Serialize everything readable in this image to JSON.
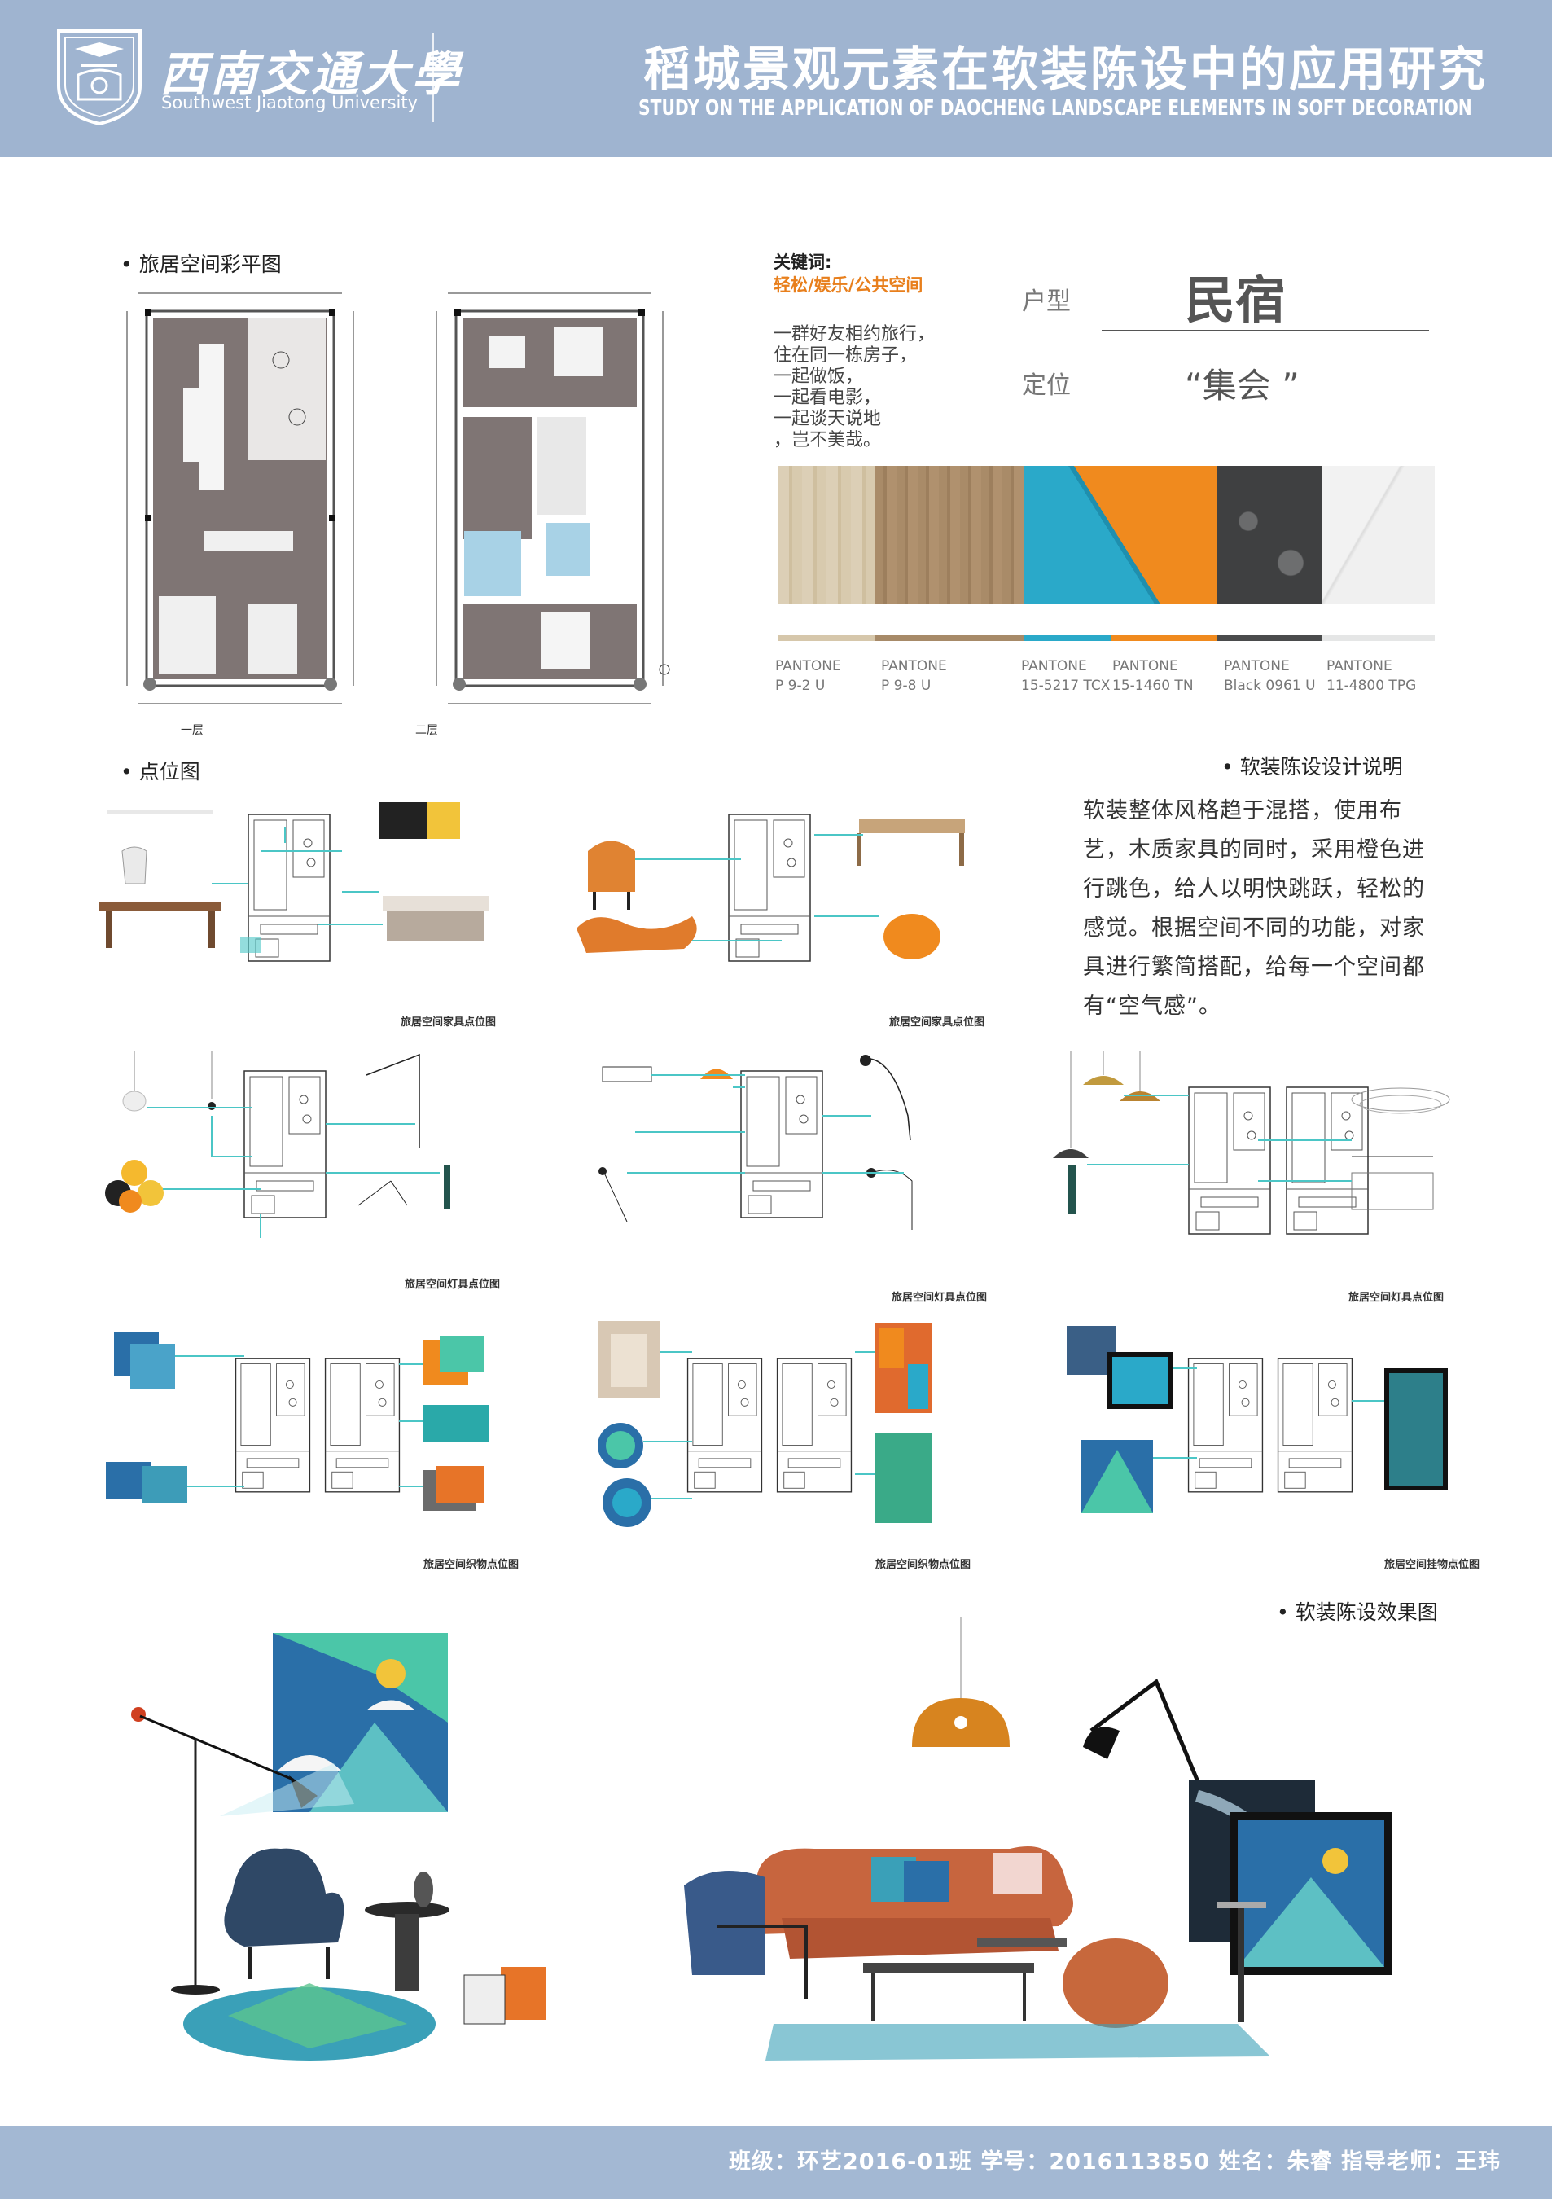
{
  "header": {
    "university_cn": "西南交通大學",
    "university_en": "Southwest Jiaotong University",
    "title_cn": "稻城景观元素在软装陈设中的应用研究",
    "title_en": "STUDY ON THE APPLICATION OF DAOCHENG LANDSCAPE ELEMENTS IN SOFT DECORATION"
  },
  "plan_section": {
    "heading": "• 旅居空间彩平图",
    "left_label": "一层",
    "right_label": "二层"
  },
  "keywords": {
    "title": "关键词:",
    "text": "轻松/娱乐/公共空间",
    "story": [
      "一群好友相约旅行，",
      "住在同一栋房子，",
      "一起做饭，",
      "一起看电影，",
      "一起谈天说地",
      "，岂不美哉。"
    ]
  },
  "unit": {
    "label": "户型",
    "value": "民宿"
  },
  "positioning": {
    "label": "定位",
    "value": "“集会 ”"
  },
  "palette": [
    {
      "name": "PANTONE",
      "code": "P 9-2 U",
      "color": "#d6c7ab"
    },
    {
      "name": "PANTONE",
      "code": "P 9-8 U",
      "color": "#a78a68"
    },
    {
      "name": "PANTONE",
      "code": "15-5217 TCX",
      "color": "#2aa9c9"
    },
    {
      "name": "PANTONE",
      "code": "15-1460 TN",
      "color": "#f08a1e"
    },
    {
      "name": "PANTONE",
      "code": "Black 0961 U",
      "color": "#4a4b4c"
    },
    {
      "name": "PANTONE",
      "code": "11-4800 TPG",
      "color": "#eceded"
    }
  ],
  "point_section": {
    "heading": "• 点位图"
  },
  "captions": {
    "furniture_1": "旅居空间家具点位图",
    "furniture_2": "旅居空间家具点位图",
    "lighting_1": "旅居空间灯具点位图",
    "lighting_2": "旅居空间灯具点位图",
    "lighting_3": "旅居空间灯具点位图",
    "fabric_1": "旅居空间织物点位图",
    "fabric_2": "旅居空间织物点位图",
    "hanging_1": "旅居空间挂物点位图"
  },
  "description": {
    "heading": "• 软装陈设设计说明",
    "body": "软装整体风格趋于混搭，使用布艺，木质家具的同时，采用橙色进行跳色，给人以明快跳跃，轻松的感觉。根据空间不同的功能，对家具进行繁简搭配，给每一个空间都有“空气感”。"
  },
  "effect_section": {
    "heading": "• 软装陈设效果图"
  },
  "footer": {
    "text": "班级：环艺2016-01班   学号：2016113850   姓名：朱睿   指导老师：王玮"
  },
  "colors": {
    "header_bg": "#9fb4d0",
    "accent_orange": "#e87f1c",
    "accent_cyan": "#4bc6c6",
    "accent_blue": "#2a7fb5"
  }
}
